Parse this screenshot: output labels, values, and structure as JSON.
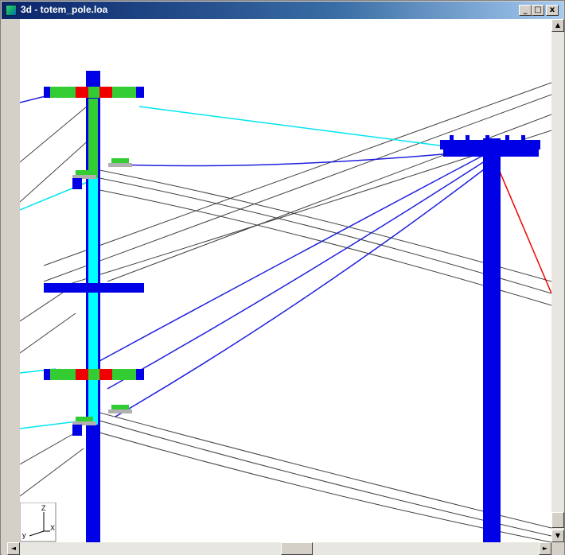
{
  "window": {
    "title": "3d - totem_pole.loa",
    "minimize_glyph": "_",
    "maximize_glyph": "□",
    "close_glyph": "x",
    "icon": "app-3d-icon"
  },
  "axis_triad": {
    "z_label": "Z",
    "y_label": "y",
    "x_label": "X"
  },
  "colors": {
    "pole": "#0000e6",
    "pole_highlight": "#00ffff",
    "crossarm_green": "#33cc33",
    "crossarm_red": "#ee0000",
    "wire_dark": "#404040",
    "wire_blue": "#2020dd",
    "wire_cyan": "#00e5ee",
    "wire_red": "#ee0000",
    "insulator": "#b0b0b0",
    "titlebar_start": "#0a246a",
    "titlebar_end": "#a6caf0"
  },
  "scrollbars": {
    "left_arrow": "◄",
    "right_arrow": "►",
    "up_arrow": "▲",
    "down_arrow": "▼"
  }
}
